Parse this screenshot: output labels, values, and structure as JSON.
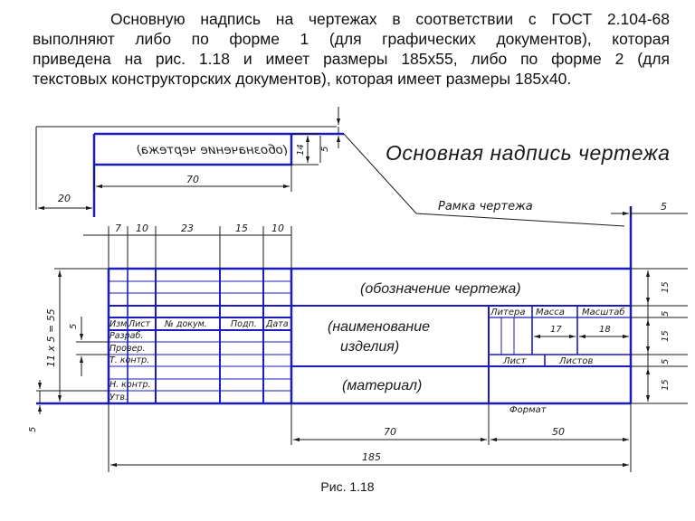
{
  "text": {
    "line1": "Основную надпись на чертежах в соответствии с ГОСТ 2.104-68",
    "line2": "выполняют либо по форме 1 (для графических документов), которая",
    "line3": "приведена на рис. 1.18 и имеет размеры 185х55, либо по форме 2 (для",
    "line4": "текстовых конструкторских документов), которая имеет размеры 185х40."
  },
  "labels": {
    "main_inscription": "Основная надпись чертежа",
    "frame": "Рамка чертежа",
    "mirrored_designation": "(обозначение чертежа)",
    "designation": "(обозначение чертежа)",
    "product_name_1": "(наименование",
    "product_name_2": "изделия)",
    "material": "(материал)",
    "format": "Формат"
  },
  "columns": {
    "izm": "Изм.",
    "list": "Лист",
    "doc_no": "№ докум.",
    "sign": "Подп.",
    "date": "Дата",
    "litera": "Литера",
    "mass": "Масса",
    "scale": "Масштаб",
    "sheet": "Лист",
    "sheets": "Листов"
  },
  "rows": {
    "razrab": "Разраб.",
    "prover": "Провер.",
    "tkontr": "Т. контр.",
    "nkontr": "Н. контр.",
    "utv": "Утв."
  },
  "dims": {
    "d7": "7",
    "d10a": "10",
    "d23": "23",
    "d15": "15",
    "d10b": "10",
    "d70_top": "70",
    "d20": "20",
    "d14": "14",
    "d5_top": "5",
    "d5_frame": "5",
    "d17": "17",
    "d18": "18",
    "d11x5": "11 x 5 = 55",
    "d5_left": "5",
    "d5_bottom": "5",
    "d70_bottom": "70",
    "d50": "50",
    "d185": "185",
    "r15a": "15",
    "r5": "5",
    "r15b": "15",
    "r5b": "5",
    "r15c": "15"
  },
  "caption": "Рис. 1.18",
  "colors": {
    "blue": "#1b1bbf",
    "black": "#1a1a1a"
  }
}
